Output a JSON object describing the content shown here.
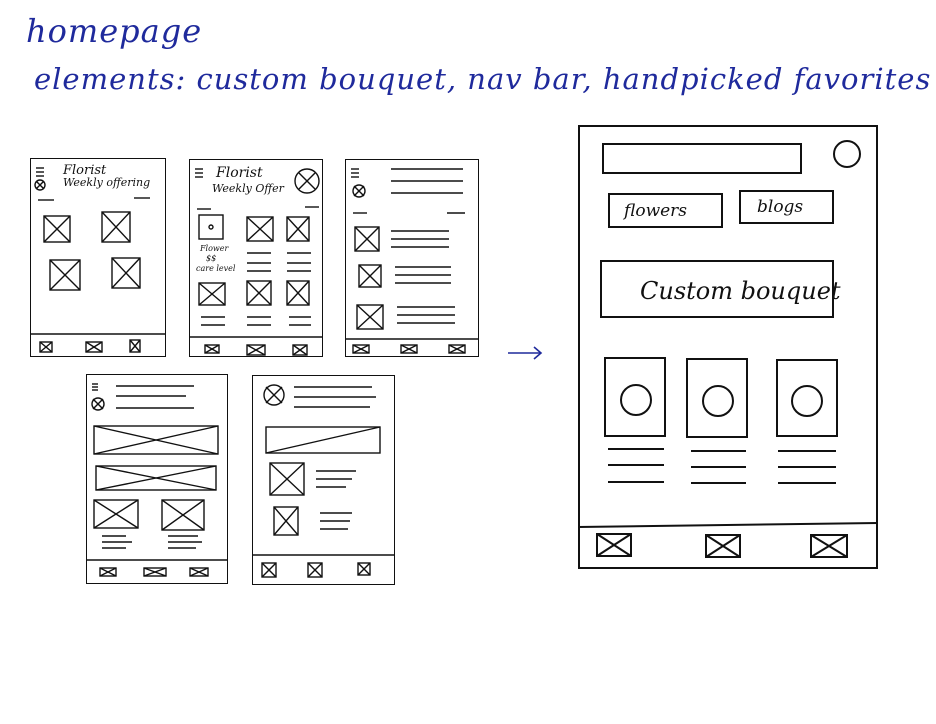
{
  "page": {
    "title": "homepage",
    "elements_line": "elements: custom bouquet, nav bar, handpicked favorites"
  },
  "sketch1": {
    "heading_line1": "Florist",
    "heading_line2": "Weekly offering"
  },
  "sketch2": {
    "heading_line1": "Florist",
    "heading_line2": "Weekly Offer",
    "product_label_1": "Flower",
    "product_label_2": "$$",
    "product_label_3": "care level"
  },
  "final": {
    "tab_flowers": "flowers",
    "tab_blogs": "blogs",
    "hero_label": "Custom bouquet"
  },
  "icons": {
    "menu": "hamburger-menu-icon",
    "profile": "profile-circle-icon",
    "image_placeholder": "image-placeholder-icon",
    "arrow": "right-arrow-icon"
  }
}
